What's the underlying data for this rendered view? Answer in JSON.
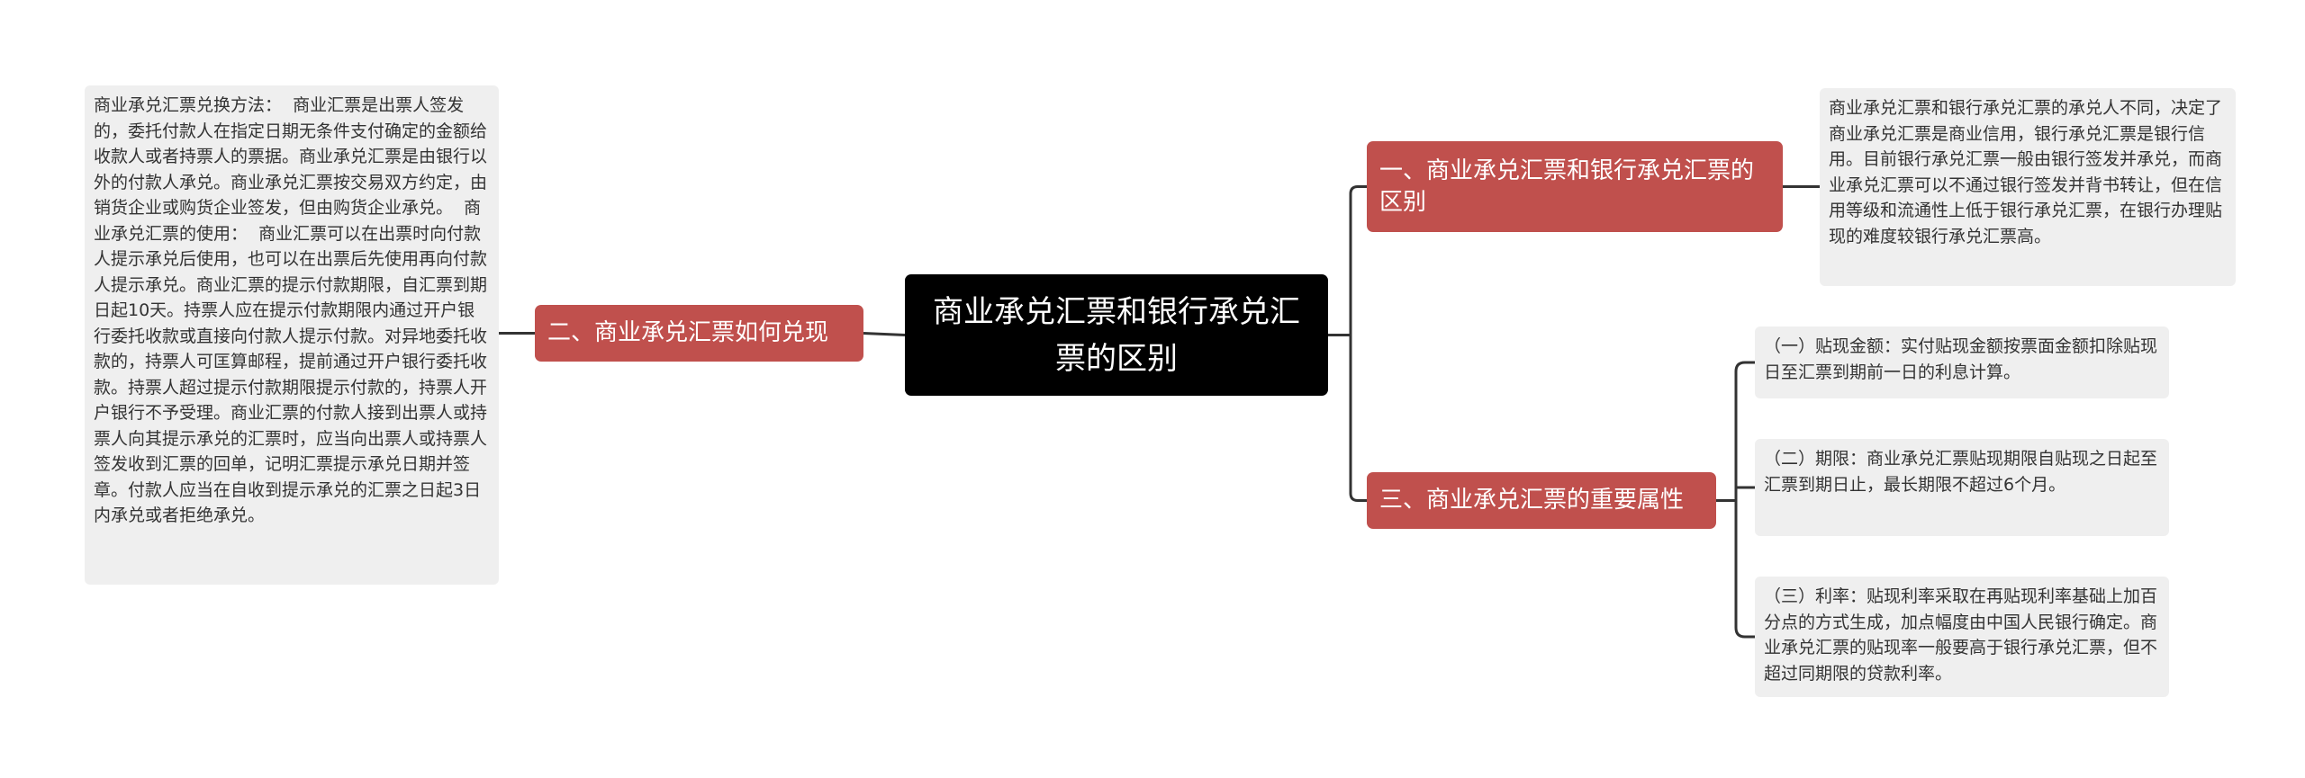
{
  "mindmap": {
    "root": {
      "label": "商业承兑汇票和银行承兑汇票的区别"
    },
    "branches": [
      {
        "label": "一、商业承兑汇票和银行承兑汇票的区别",
        "children": [
          {
            "text": "商业承兑汇票和银行承兑汇票的承兑人不同，决定了商业承兑汇票是商业信用，银行承兑汇票是银行信用。目前银行承兑汇票一般由银行签发并承兑，而商业承兑汇票可以不通过银行签发并背书转让，但在信用等级和流通性上低于银行承兑汇票，在银行办理贴现的难度较银行承兑汇票高。"
          }
        ]
      },
      {
        "label": "二、商业承兑汇票如何兑现",
        "children": [
          {
            "text": "商业承兑汇票兑换方法：  商业汇票是出票人签发的，委托付款人在指定日期无条件支付确定的金额给收款人或者持票人的票据。商业承兑汇票是由银行以外的付款人承兑。商业承兑汇票按交易双方约定，由销货企业或购货企业签发，但由购货企业承兑。  商业承兑汇票的使用：  商业汇票可以在出票时向付款人提示承兑后使用，也可以在出票后先使用再向付款人提示承兑。商业汇票的提示付款期限，自汇票到期日起10天。持票人应在提示付款期限内通过开户银行委托收款或直接向付款人提示付款。对异地委托收款的，持票人可匡算邮程，提前通过开户银行委托收款。持票人超过提示付款期限提示付款的，持票人开户银行不予受理。商业汇票的付款人接到出票人或持票人向其提示承兑的汇票时，应当向出票人或持票人签发收到汇票的回单，记明汇票提示承兑日期并签章。付款人应当在自收到提示承兑的汇票之日起3日内承兑或者拒绝承兑。"
          }
        ]
      },
      {
        "label": "三、商业承兑汇票的重要属性",
        "children": [
          {
            "text": "（一）贴现金额：实付贴现金额按票面金额扣除贴现日至汇票到期前一日的利息计算。"
          },
          {
            "text": "（二）期限：商业承兑汇票贴现期限自贴现之日起至汇票到期日止，最长期限不超过6个月。"
          },
          {
            "text": "（三）利率：贴现利率采取在再贴现利率基础上加百分点的方式生成，加点幅度由中国人民银行确定。商业承兑汇票的贴现率一般要高于银行承兑汇票，但不超过同期限的贷款利率。"
          }
        ]
      }
    ]
  },
  "colors": {
    "root_bg": "#000000",
    "branch_bg": "#c0504d",
    "leaf_bg": "#efefef",
    "connector": "#333333"
  }
}
